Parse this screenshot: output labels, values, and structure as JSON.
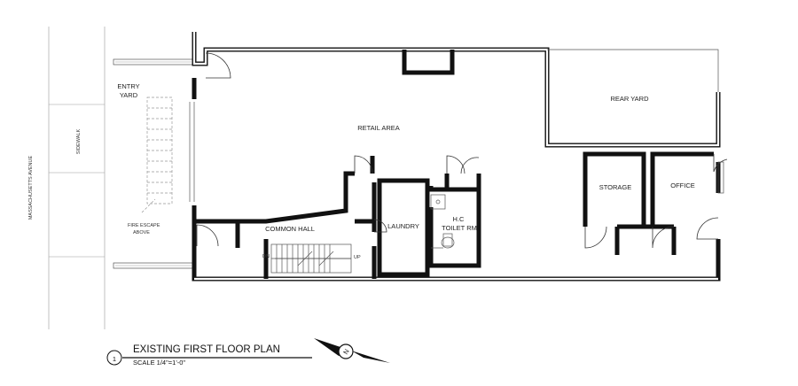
{
  "street": {
    "avenue_label": "MASSACHUSETTS AVENUE",
    "sidewalk_label": "SIDEWALK"
  },
  "rooms": {
    "entry_yard": [
      "ENTRY",
      "YARD"
    ],
    "retail_area": "RETAIL AREA",
    "rear_yard": "REAR YARD",
    "storage": "STORAGE",
    "office": "OFFICE",
    "common_hall": "COMMON HALL",
    "laundry": "LAUNDRY",
    "toilet": [
      "H.C",
      "TOILET RM"
    ]
  },
  "notes": {
    "fire_escape": [
      "FIRE ESCAPE",
      "ABOVE"
    ],
    "stair_dn": "DN",
    "stair_up": "UP"
  },
  "title_block": {
    "number": "1",
    "title": "EXISTING FIRST FLOOR PLAN",
    "scale": "SCALE 1/4\"=1'-0\""
  },
  "north_arrow": {
    "letter": "N"
  }
}
